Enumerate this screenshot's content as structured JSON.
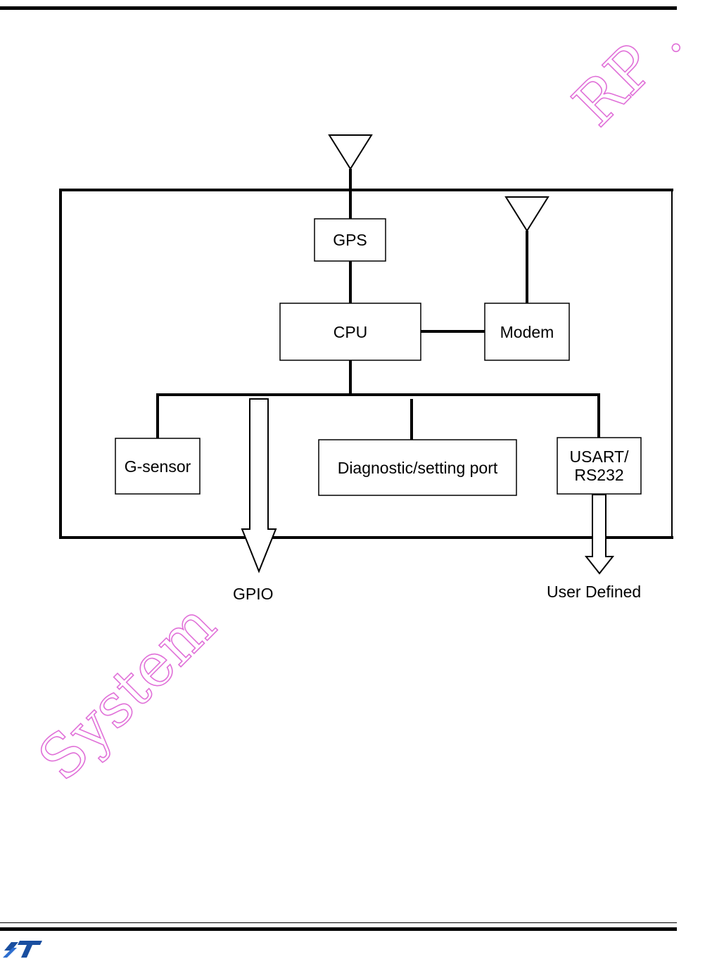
{
  "diagram": {
    "blocks": {
      "gps": "GPS",
      "cpu": "CPU",
      "modem": "Modem",
      "g_sensor": "G-sensor",
      "diagnostic_port": "Diagnostic/setting port",
      "usart_line1": "USART/",
      "usart_line2": "RS232"
    },
    "outputs": {
      "gpio": "GPIO",
      "user_defined": "User Defined"
    }
  },
  "watermark": {
    "top_right": "RP .",
    "bottom_left": "System"
  },
  "colors": {
    "line": "#000000",
    "watermark": "#e070d8",
    "logo": "#1a4fa0"
  },
  "footer": {
    "logo_icon": "company-logo-icon"
  }
}
